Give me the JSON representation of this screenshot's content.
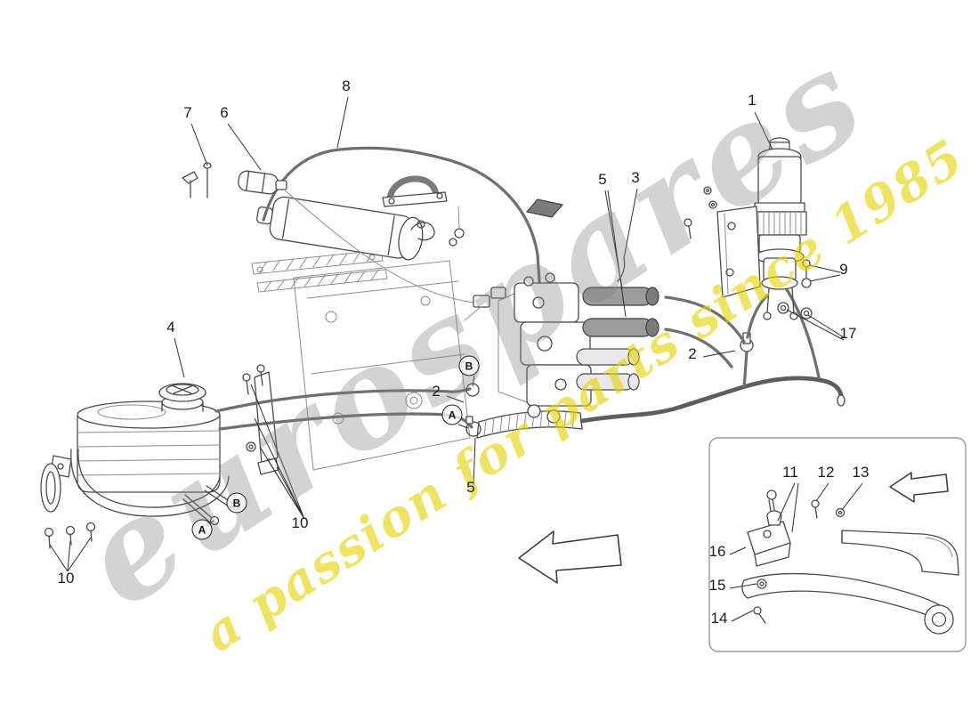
{
  "watermark": {
    "brand": "eurospares",
    "tagline": "a passion for parts since 1985",
    "brand_color": "#7d7d7d",
    "tagline_color": "#e4d400"
  },
  "callouts": {
    "n1": "1",
    "n2": "2",
    "n3": "3",
    "n4": "4",
    "n5": "5",
    "n6": "6",
    "n7": "7",
    "n8": "8",
    "n9": "9",
    "n10": "10",
    "n11": "11",
    "n12": "12",
    "n13": "13",
    "n14": "14",
    "n15": "15",
    "n16": "16",
    "n17": "17"
  },
  "markers": {
    "a": "A",
    "b": "B"
  }
}
